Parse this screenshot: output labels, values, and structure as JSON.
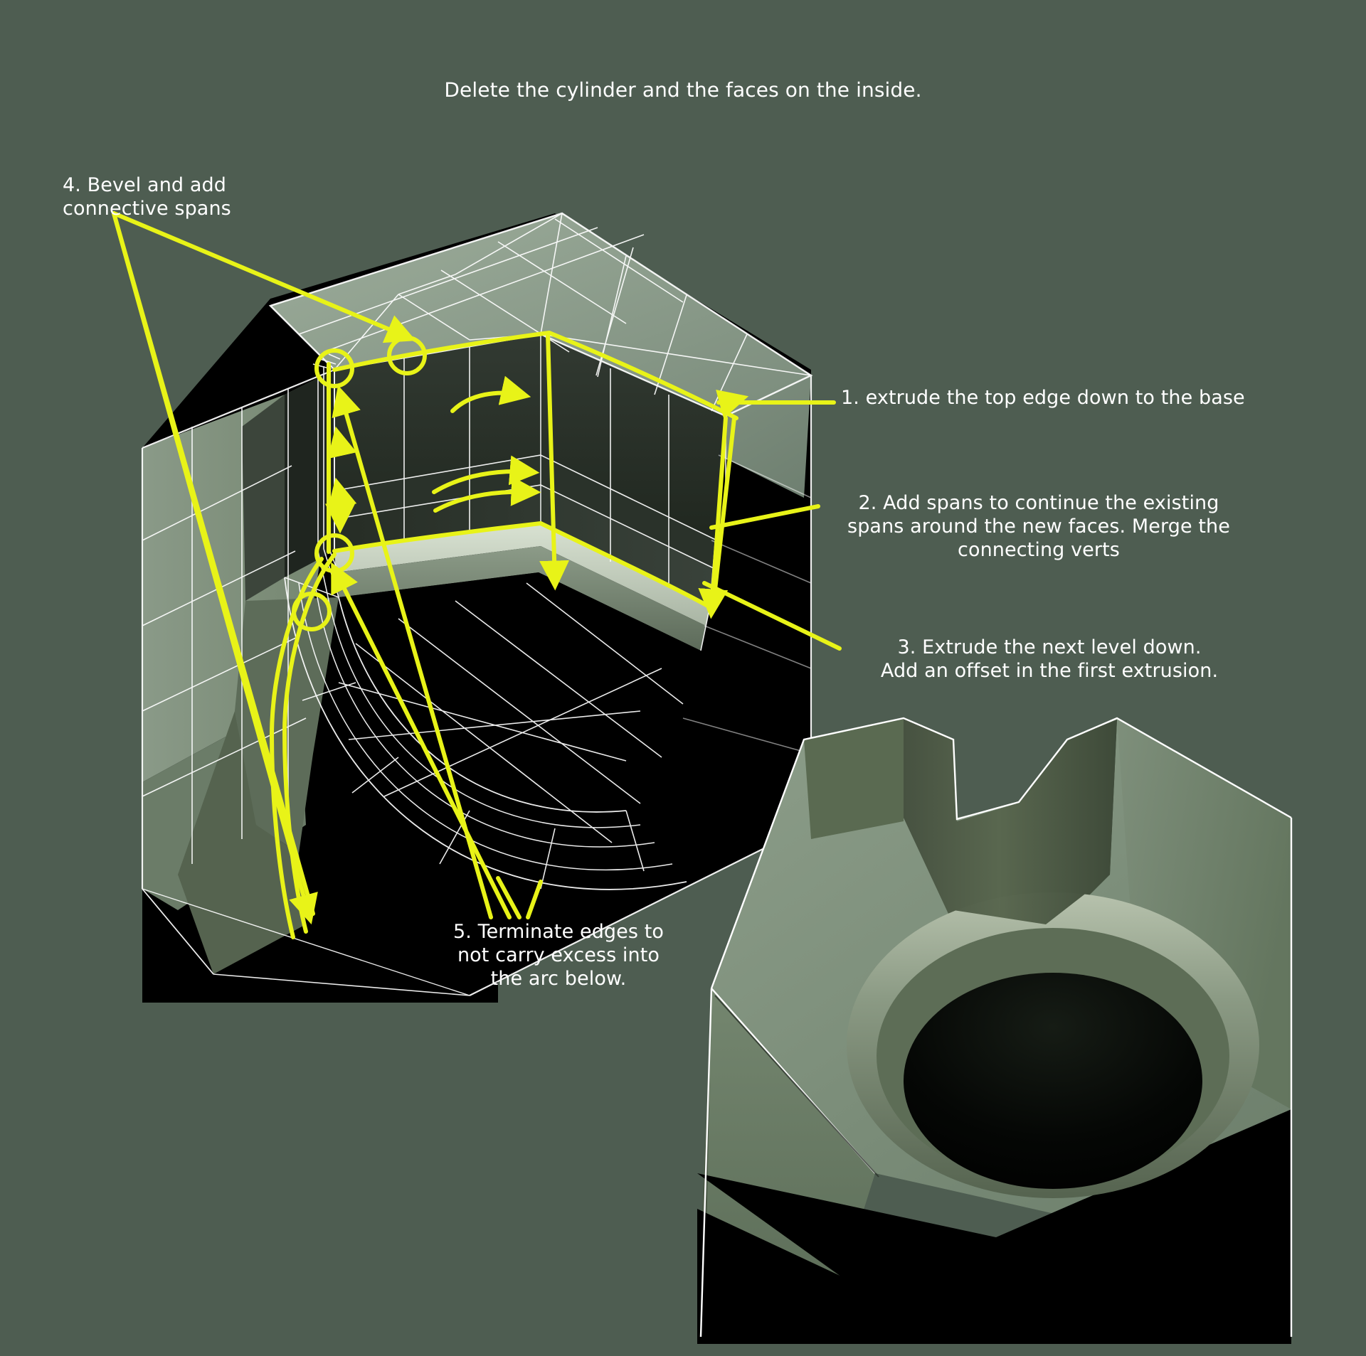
{
  "background_color": "#4e5d51",
  "accent_color": "#e8f318",
  "wire_color": "#ffffff",
  "title": "Delete the cylinder and the faces on the inside.",
  "annotations": [
    {
      "id": "step-4",
      "number": "4",
      "text": "4. Bevel and add\nconnective spans",
      "align": "left"
    },
    {
      "id": "step-1",
      "number": "1",
      "text": "1. extrude the top edge down to the base",
      "align": "left"
    },
    {
      "id": "step-2",
      "number": "2",
      "text": "2. Add spans to continue the existing\nspans around the new faces. Merge the\nconnecting verts",
      "align": "center"
    },
    {
      "id": "step-3",
      "number": "3",
      "text": "3. Extrude the next level down.\nAdd an offset in the first extrusion.",
      "align": "center"
    },
    {
      "id": "step-5",
      "number": "5",
      "text": "5. Terminate edges to\nnot carry excess into\nthe arc below.",
      "align": "center"
    }
  ],
  "viewports": [
    {
      "id": "wireframe-viewport",
      "mode": "wireframe",
      "description": "Shaded wireframe 3D block with circular bore cut, yellow topology annotations"
    },
    {
      "id": "render-viewport",
      "mode": "smooth-shaded",
      "description": "Smooth shaded result of the same block with beveled bore"
    }
  ],
  "palette": {
    "bg": "#4e5d51",
    "face_top_light": "#93a393",
    "face_top_mid": "#7e8f7f",
    "face_side_dark": "#2b332c",
    "face_side_darker": "#1d231e",
    "face_black": "#000000",
    "face_highlight": "#cfdac8",
    "render_top": "#798b78",
    "render_side": "#5f7260",
    "render_dark": "#44523f",
    "render_bore": "#0a0d0a",
    "yellow": "#e8f318",
    "white": "#ffffff"
  }
}
